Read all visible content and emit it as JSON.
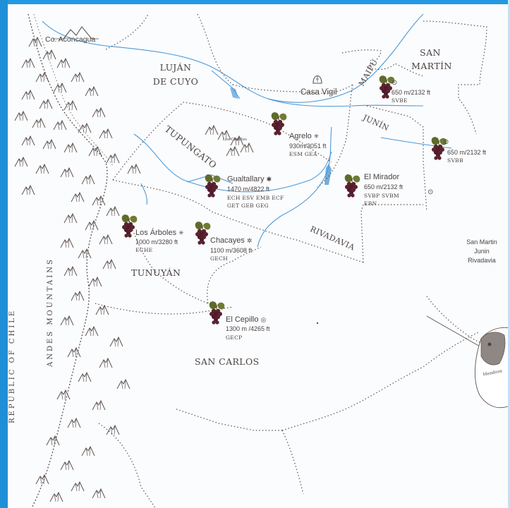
{
  "regions": {
    "lujan": "LUJÁN",
    "de_cuyo": "DE CUYO",
    "tupungato": "TUPUNGATO",
    "tunuyan": "TUNUYÁN",
    "san_carlos": "SAN CARLOS",
    "maipu": "MAIPÚ",
    "junin": "JUNÍN",
    "san": "SAN",
    "martin": "MARTÍN",
    "rivadavia": "RIVADAVIA"
  },
  "peak": {
    "name": "Co. Aconcagua"
  },
  "landmarks": {
    "casa_vigil": "Casa Vigil",
    "los_cepillos": "Los Cepillos"
  },
  "side_labels": {
    "chile": "REPUBLIC OF CHILE",
    "andes": "ANDES MOUNTAINS"
  },
  "inset": {
    "caption_line1": "San Martin",
    "caption_line2": "Junin",
    "caption_line3": "Rivadavia",
    "map_label": "Mendoza"
  },
  "vineyards": {
    "gualtallary": {
      "name": "Gualtallary",
      "elev": "1470 m/4822 ft",
      "codes1": "ECH  ESV  EMB  ECF",
      "codes2": "GET  GEB  GEG",
      "symbol": "✱"
    },
    "agrelo": {
      "name": "Agrelo",
      "elev": "930m/3051 ft",
      "codes": "ESM  GEA",
      "symbol": "✳"
    },
    "maipu": {
      "elev": "650 m/2132 ft",
      "codes": "SVBE",
      "symbol": "⊙"
    },
    "junin": {
      "elev": "650 m/2132 ft",
      "codes": "SVBB",
      "symbol": "⊙"
    },
    "el_mirador": {
      "name": "El Mirador",
      "elev": "650 m/2132 ft",
      "codes1": "SVBP  SVBM",
      "codes2": "EBN"
    },
    "los_arboles": {
      "name": "Los Árboles",
      "elev": "1000 m/3280 ft",
      "codes": "ECHE",
      "symbol": "✳"
    },
    "chacayes": {
      "name": "Chacayes",
      "elev": "1100 m/3608 ft",
      "codes": "GECH",
      "symbol": "✲"
    },
    "el_cepillo": {
      "name": "El Cepillo",
      "elev": "1300 m /4265 ft",
      "codes": "GECP",
      "symbol": "◎"
    }
  },
  "colors": {
    "river": "#4d9ad6",
    "ink": "#4a4340",
    "frame": "#1f8fd8",
    "grape": "#5a2230",
    "leaf": "#5f6b2a"
  },
  "extra_marker": {
    "symbol": "⊙"
  }
}
